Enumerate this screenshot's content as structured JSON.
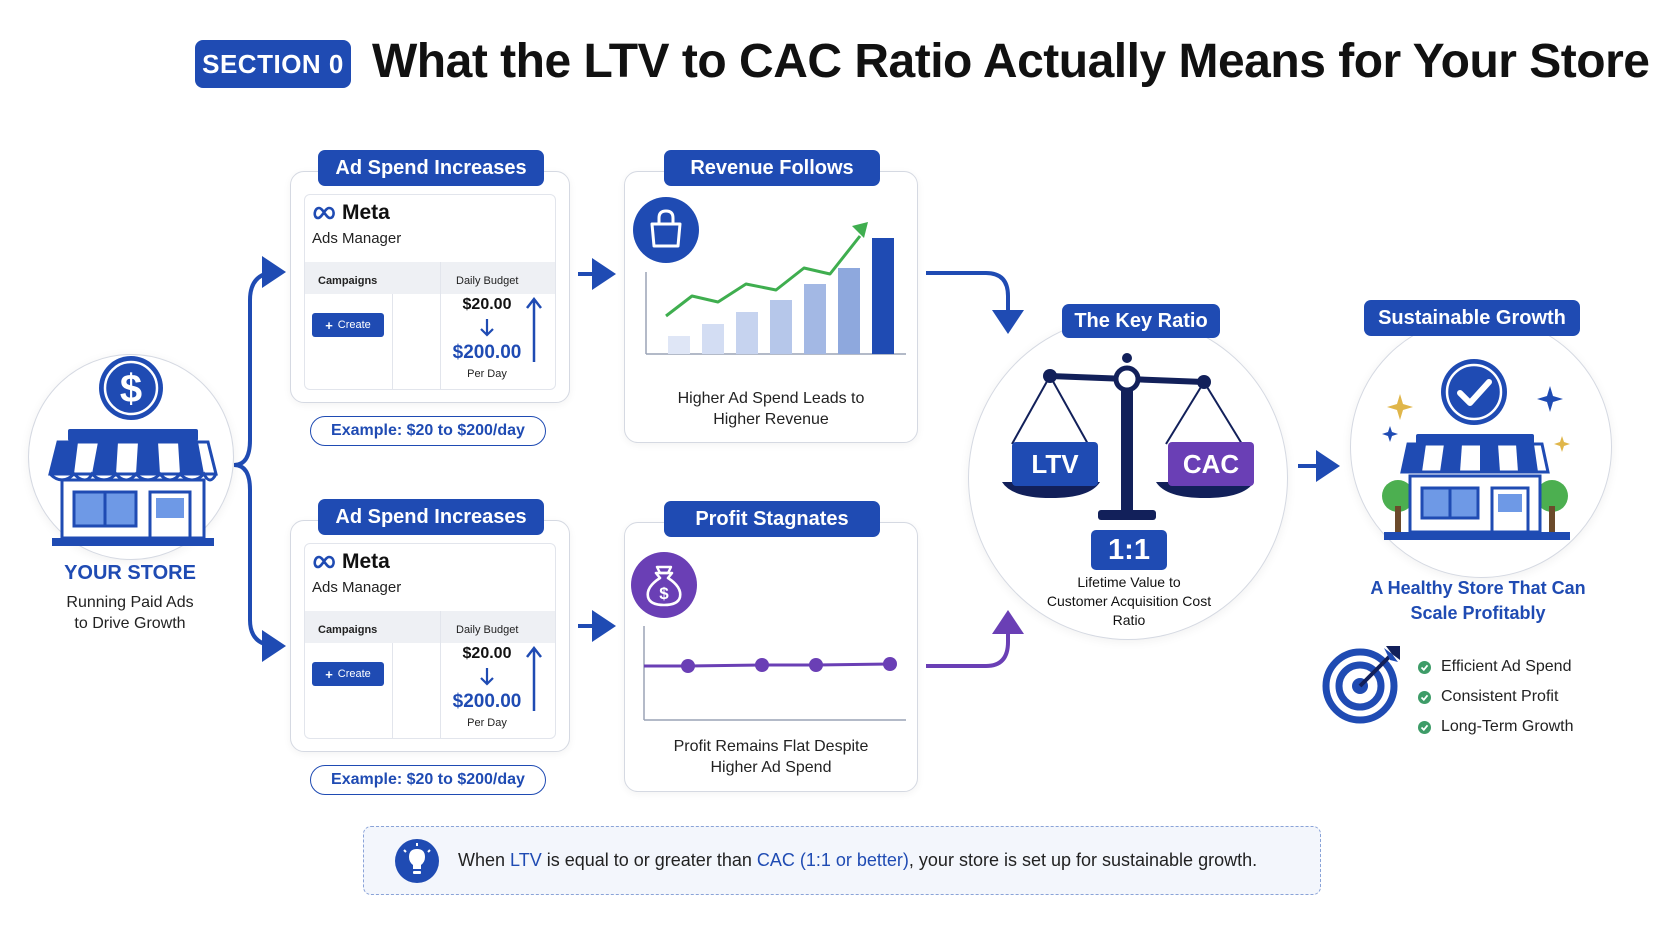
{
  "header": {
    "section_label": "SECTION 0",
    "title": "What the LTV to CAC Ratio Actually Means for Your Store"
  },
  "store": {
    "title": "YOUR STORE",
    "subtitle_line1": "Running Paid Ads",
    "subtitle_line2": "to Drive Growth",
    "icon": "dollar-storefront-icon"
  },
  "top_flow": {
    "ad_card": {
      "title": "Ad Spend Increases",
      "brand": "Meta",
      "product": "Ads Manager",
      "col_campaigns": "Campaigns",
      "col_budget": "Daily Budget",
      "create_label": "Create",
      "budget_from": "$20.00",
      "budget_to": "$200.00",
      "per_day": "Per Day",
      "example": "Example: $20 to $200/day"
    },
    "result_card": {
      "title": "Revenue Follows",
      "caption_line1": "Higher Ad Spend Leads to",
      "caption_line2": "Higher Revenue",
      "icon": "shopping-bag-icon"
    }
  },
  "bottom_flow": {
    "ad_card": {
      "title": "Ad Spend Increases",
      "brand": "Meta",
      "product": "Ads Manager",
      "col_campaigns": "Campaigns",
      "col_budget": "Daily Budget",
      "create_label": "Create",
      "budget_from": "$20.00",
      "budget_to": "$200.00",
      "per_day": "Per Day",
      "example": "Example: $20 to $200/day"
    },
    "result_card": {
      "title": "Profit Stagnates",
      "caption_line1": "Profit Remains Flat Despite",
      "caption_line2": "Higher Ad Spend",
      "icon": "money-bag-icon"
    }
  },
  "ratio": {
    "title": "The Key Ratio",
    "left_label": "LTV",
    "right_label": "CAC",
    "value": "1:1",
    "caption_line1": "Lifetime Value to",
    "caption_line2": "Customer Acquisition Cost",
    "caption_line3": "Ratio"
  },
  "growth": {
    "title": "Sustainable Growth",
    "headline_line1": "A Healthy Store That Can",
    "headline_line2": "Scale Profitably",
    "checks": [
      "Efficient Ad Spend",
      "Consistent Profit",
      "Long-Term Growth"
    ]
  },
  "tip": {
    "part1": "When ",
    "ltv": "LTV",
    "part2": " is equal to or greater than ",
    "cac_rule": "CAC (1:1 or better)",
    "part3": ", your store is set up for sustainable growth."
  },
  "colors": {
    "primary": "#1f4bb3",
    "purple": "#6a3fb5",
    "green": "#3fae4f",
    "bar_light": "#c9d5f0"
  }
}
